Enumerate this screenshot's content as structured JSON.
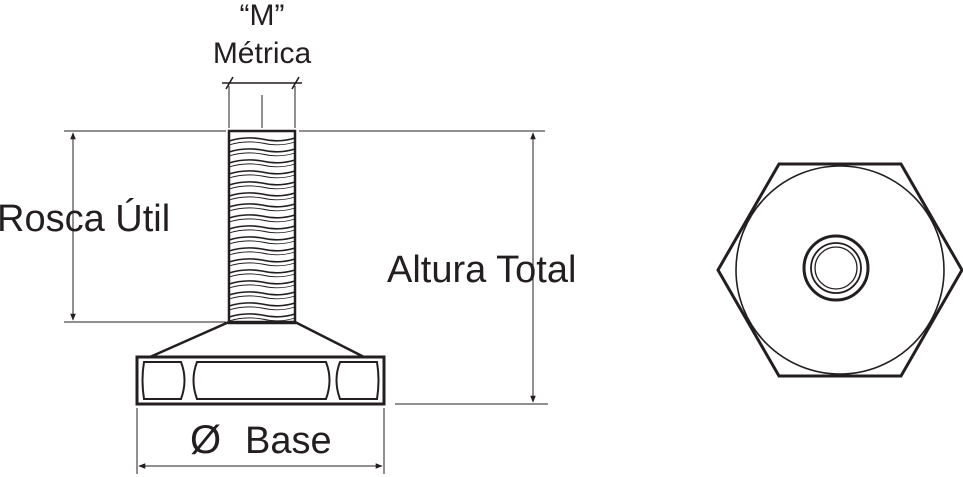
{
  "labels": {
    "m_quote": "“M”",
    "metric": "Métrica",
    "thread_length": "Rosca Útil",
    "total_height": "Altura Total",
    "base_symbol": "Ø",
    "base_word": "Base"
  },
  "colors": {
    "ink": "#231f20",
    "background": "#ffffff"
  }
}
